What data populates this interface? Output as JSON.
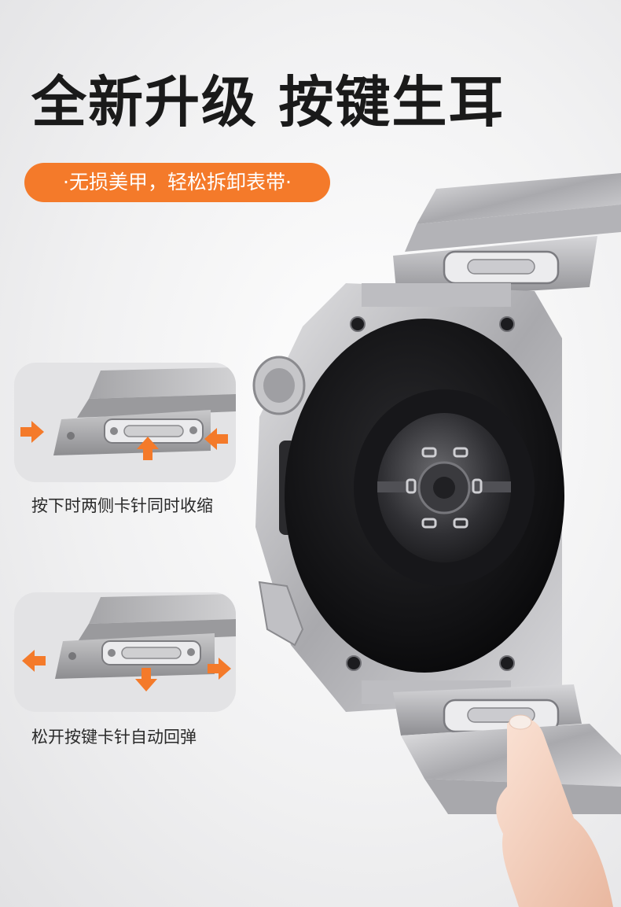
{
  "headline": "全新升级 按键生耳",
  "badge": "·无损美甲，轻松拆卸表带·",
  "steps": [
    {
      "caption": "按下时两侧卡针同时收缩",
      "arrows": "inward"
    },
    {
      "caption": "松开按键卡针自动回弹",
      "arrows": "outward"
    }
  ],
  "colors": {
    "accent": "#f47a2a",
    "headline": "#1a1a1a",
    "panel": "#e3e3e5"
  },
  "icons": [
    "arrow-right-icon",
    "arrow-left-icon",
    "arrow-up-icon",
    "arrow-down-icon",
    "push-button-icon"
  ]
}
